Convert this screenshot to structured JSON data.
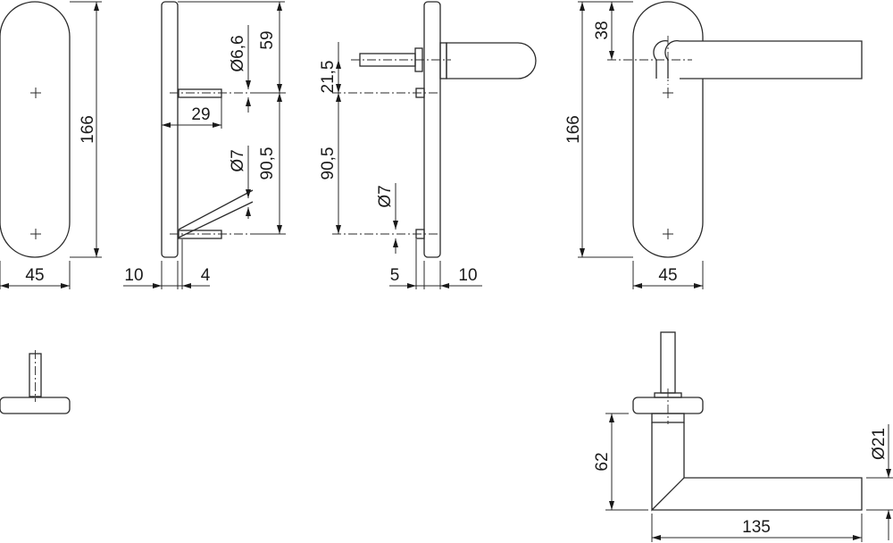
{
  "drawing": {
    "front_view": {
      "height": "166",
      "width": "45"
    },
    "side_view": {
      "top_to_hole": "59",
      "hole_spacing": "90,5",
      "hole_dia_top": "Ø6,6",
      "hole_dia_bottom": "Ø7",
      "pin_length": "29",
      "plate_thickness": "10",
      "pin_offset": "4"
    },
    "lever_side_view": {
      "spindle_offset": "21,5",
      "hole_spacing": "90,5",
      "hole_dia": "Ø7",
      "pin_offset": "5",
      "plate_thickness": "10"
    },
    "lever_front_view": {
      "spindle_from_top": "38",
      "height": "166",
      "width": "45"
    },
    "lever_top_view": {
      "projection": "62",
      "length": "135",
      "grip_dia": "Ø21"
    }
  }
}
